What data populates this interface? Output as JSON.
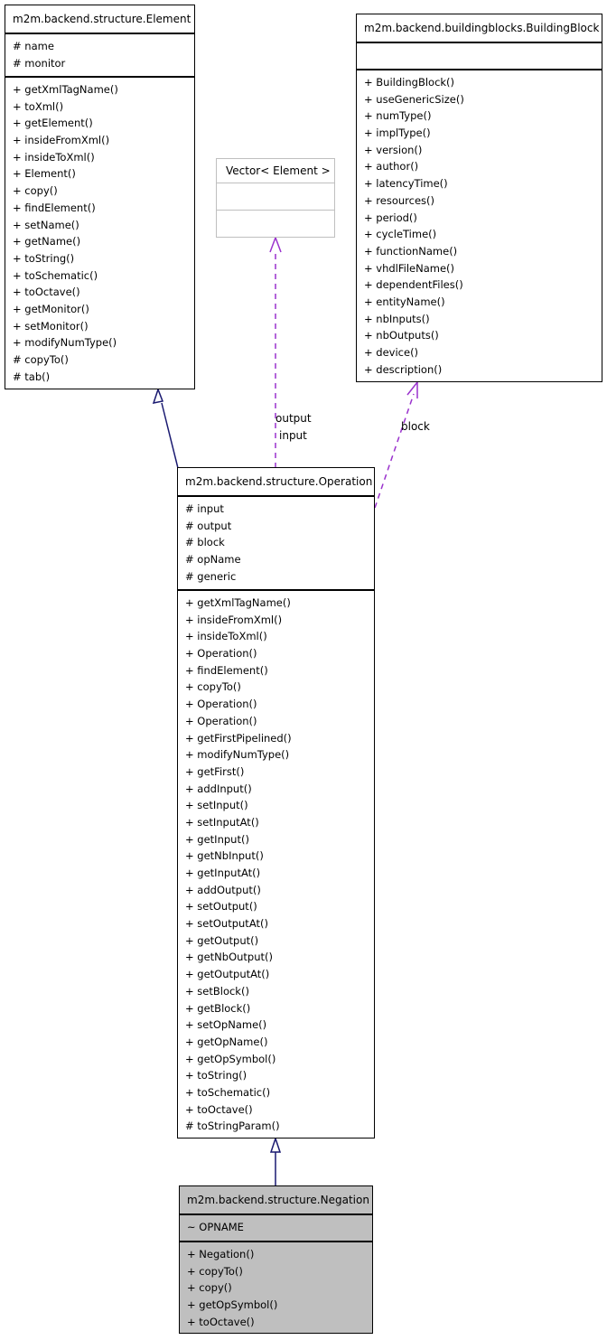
{
  "classes": {
    "element": {
      "name": "m2m.backend.structure.Element",
      "attributes": [
        "# name",
        "# monitor"
      ],
      "methods": [
        "+ getXmlTagName()",
        "+ toXml()",
        "+ getElement()",
        "+ insideFromXml()",
        "+ insideToXml()",
        "+ Element()",
        "+ copy()",
        "+ findElement()",
        "+ setName()",
        "+ getName()",
        "+ toString()",
        "+ toSchematic()",
        "+ toOctave()",
        "+ getMonitor()",
        "+ setMonitor()",
        "+ modifyNumType()",
        "# copyTo()",
        "# tab()"
      ]
    },
    "vector": {
      "name": "Vector< Element >",
      "attributes": [],
      "methods": []
    },
    "building_block": {
      "name": "m2m.backend.buildingblocks.BuildingBlock",
      "attributes": [],
      "methods": [
        "+ BuildingBlock()",
        "+ useGenericSize()",
        "+ numType()",
        "+ implType()",
        "+ version()",
        "+ author()",
        "+ latencyTime()",
        "+ resources()",
        "+ period()",
        "+ cycleTime()",
        "+ functionName()",
        "+ vhdlFileName()",
        "+ dependentFiles()",
        "+ entityName()",
        "+ nbInputs()",
        "+ nbOutputs()",
        "+ device()",
        "+ description()"
      ]
    },
    "operation": {
      "name": "m2m.backend.structure.Operation",
      "attributes": [
        "# input",
        "# output",
        "# block",
        "# opName",
        "# generic"
      ],
      "methods": [
        "+ getXmlTagName()",
        "+ insideFromXml()",
        "+ insideToXml()",
        "+ Operation()",
        "+ findElement()",
        "+ copyTo()",
        "+ Operation()",
        "+ Operation()",
        "+ getFirstPipelined()",
        "+ modifyNumType()",
        "+ getFirst()",
        "+ addInput()",
        "+ setInput()",
        "+ setInputAt()",
        "+ getInput()",
        "+ getNbInput()",
        "+ getInputAt()",
        "+ addOutput()",
        "+ setOutput()",
        "+ setOutputAt()",
        "+ getOutput()",
        "+ getNbOutput()",
        "+ getOutputAt()",
        "+ setBlock()",
        "+ getBlock()",
        "+ setOpName()",
        "+ getOpName()",
        "+ getOpSymbol()",
        "+ toString()",
        "+ toSchematic()",
        "+ toOctave()",
        "# toStringParam()"
      ]
    },
    "negation": {
      "name": "m2m.backend.structure.Negation",
      "attributes": [
        "~ OPNAME"
      ],
      "methods": [
        "+ Negation()",
        "+ copyTo()",
        "+ copy()",
        "+ getOpSymbol()",
        "+ toOctave()"
      ]
    }
  },
  "edge_labels": {
    "vector_output": "output",
    "vector_input": "input",
    "block": "block"
  },
  "colors": {
    "inheritance": "#191970",
    "association": "#9a32cd",
    "highlight_fill": "#bfbfbf",
    "template_border": "#bfbfbf"
  }
}
